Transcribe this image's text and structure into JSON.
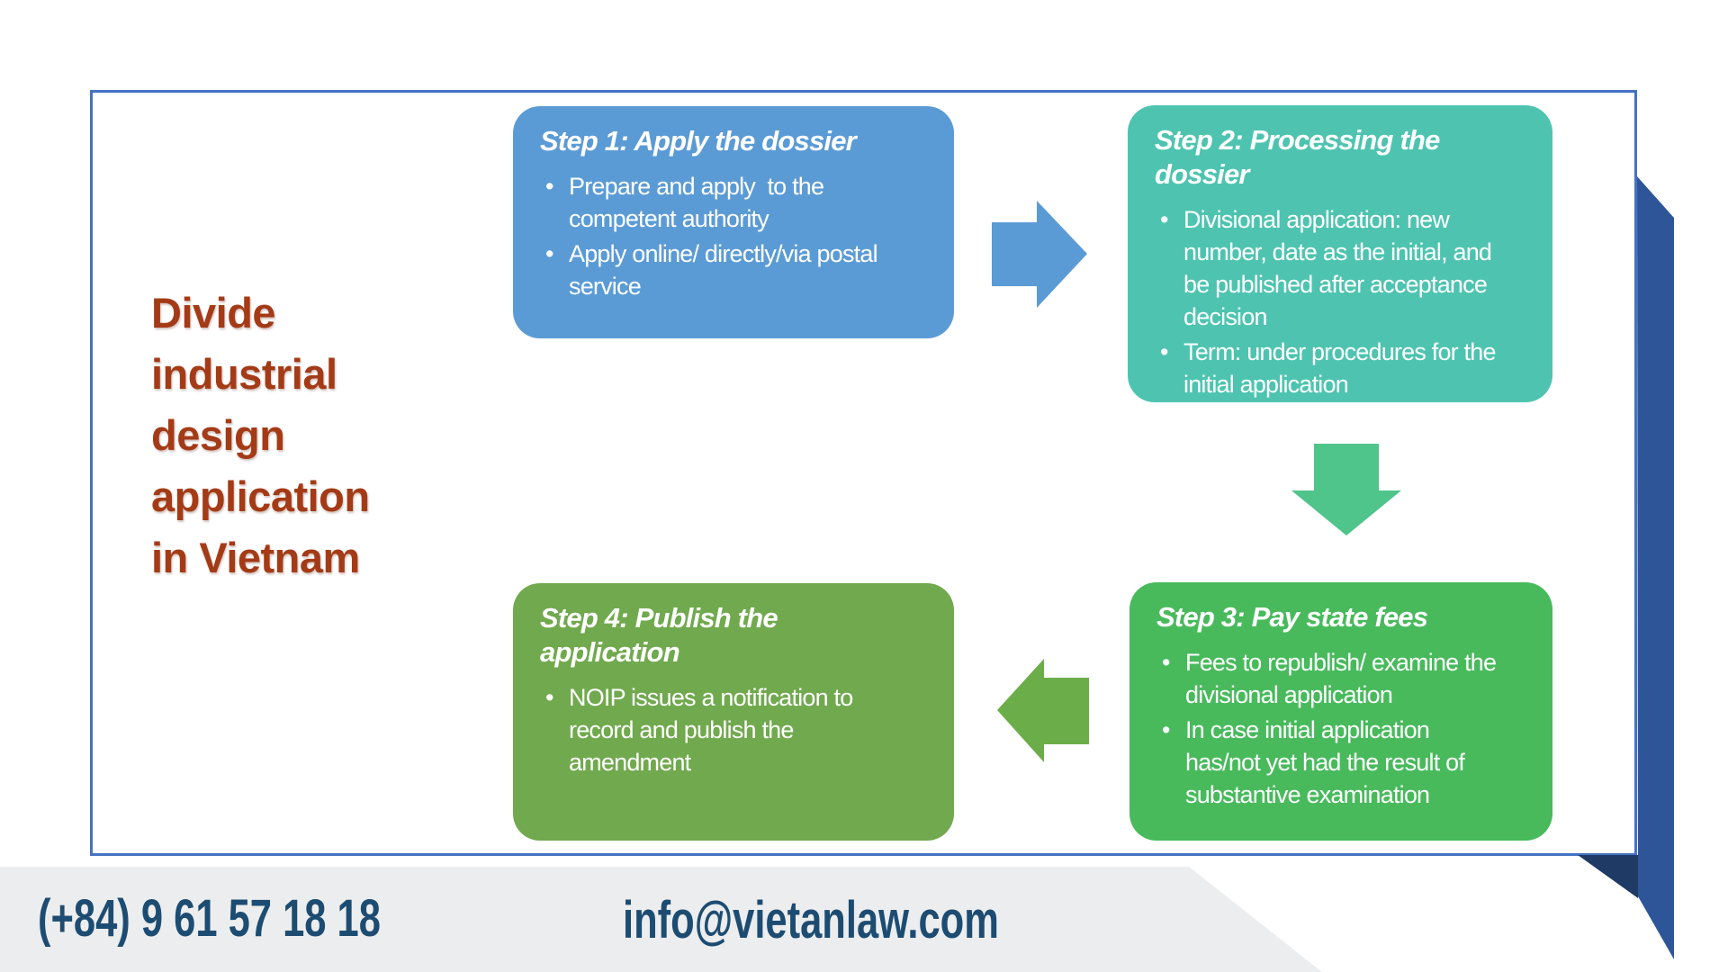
{
  "slide": {
    "title": "Divide\nindustrial\ndesign\napplication\nin Vietnam"
  },
  "steps": [
    {
      "title": "Step 1: Apply the dossier",
      "bullets": [
        "Prepare and apply  to the\ncompetent authority",
        "Apply online/ directly/via postal\nservice"
      ],
      "color": "#5B9BD5"
    },
    {
      "title": "Step 2: Processing the\ndossier",
      "bullets": [
        "Divisional application: new\nnumber, date as the initial, and\nbe published after acceptance\ndecision",
        "Term: under procedures for the\ninitial application"
      ],
      "color": "#4EC4B0"
    },
    {
      "title": "Step 3: Pay state fees",
      "bullets": [
        "Fees to republish/ examine the\ndivisional application",
        "In case initial application\nhas/not yet had the result of\nsubstantive examination"
      ],
      "color": "#48BA5C"
    },
    {
      "title": "Step 4: Publish the\napplication",
      "bullets": [
        "NOIP issues a notification to\nrecord and publish the\namendment"
      ],
      "color": "#71A94E"
    }
  ],
  "footer": {
    "phone": "(+84) 9 61 57 18 18",
    "email": "info@vietanlaw.com"
  },
  "colors": {
    "accent_blue": "#5B9BD5",
    "teal": "#4EC4B0",
    "green": "#48BA5C",
    "olive": "#71A94E",
    "arrow_down_green": "#4FC48B",
    "arrow_left_green": "#6BAD49",
    "title_rust": "#A43B16",
    "navy_text": "#1D4C72",
    "border_blue": "#4472C4",
    "ribbon_blue": "#2E5597",
    "ribbon_fold": "#1F3A64",
    "footer_gray": "#ECEDEE"
  }
}
